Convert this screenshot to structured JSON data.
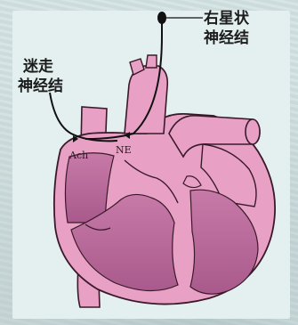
{
  "labels": {
    "stellate_line1": "右星状",
    "stellate_line2": "神经结",
    "vagus_line1": "迷走",
    "vagus_line2": "神经结",
    "ach": "Ach",
    "ne": "NE"
  },
  "colors": {
    "background": "#d3e2e2",
    "panel": "#e4efef",
    "heart_fill": "#e8a0c4",
    "heart_dark": "#b86a98",
    "outline": "#3a1a2a",
    "nerve": "#111111"
  }
}
